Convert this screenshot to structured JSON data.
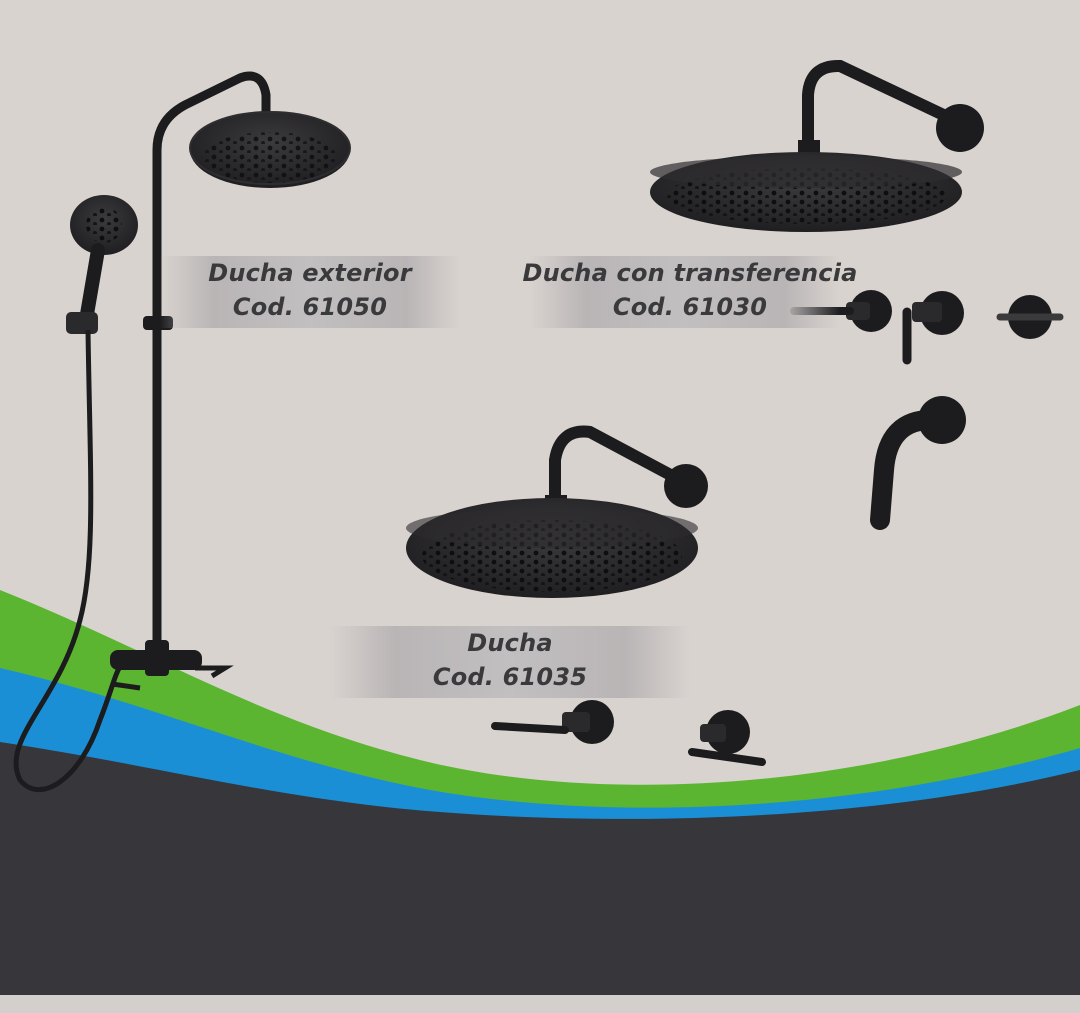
{
  "colors": {
    "background": "#d9d3cf",
    "green_wave": "#5cb531",
    "blue_wave": "#1a8fd6",
    "dark_band": "#37363a",
    "bottom_strip": "#d3cfcd",
    "fixture_black": "#1c1c1e",
    "label_text": "#3a3a3c"
  },
  "products": [
    {
      "name": "Ducha exterior",
      "code": "Cod. 61050",
      "image_icon": "outdoor-shower-column-icon"
    },
    {
      "name": "Ducha con transferencia",
      "code": "Cod. 61030",
      "image_icon": "rain-shower-head-with-transfer-icon"
    },
    {
      "name": "Ducha",
      "code": "Cod. 61035",
      "image_icon": "rain-shower-head-icon"
    }
  ]
}
